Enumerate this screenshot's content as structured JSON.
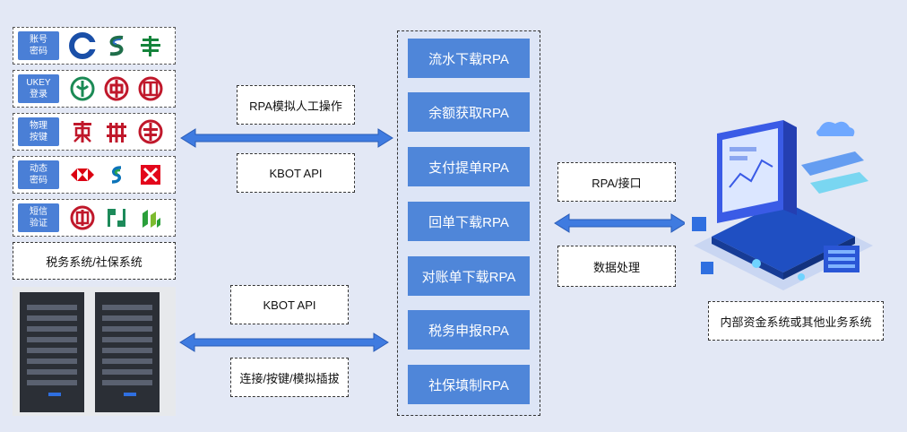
{
  "auth_methods": [
    {
      "label": "账号\n密码",
      "logos": [
        "ccb-logo",
        "cmbc-logo",
        "psbc-logo"
      ]
    },
    {
      "label": "UKEY\n登录",
      "logos": [
        "abc-logo",
        "boc-logo",
        "icbc-logo"
      ]
    },
    {
      "label": "物理\n按键",
      "logos": [
        "bocom-logo",
        "hxb-logo",
        "cmb-logo"
      ]
    },
    {
      "label": "动态\n密码",
      "logos": [
        "hsbc-logo",
        "sc-logo",
        "dbs-logo"
      ]
    },
    {
      "label": "短信\n验证",
      "logos": [
        "citic-logo",
        "bob-logo",
        "spdb-logo"
      ]
    }
  ],
  "tax_system_label": "税务系统/社保系统",
  "left_top_boxes": [
    "RPA模拟人工操作",
    "KBOT API"
  ],
  "left_bottom_boxes": [
    "KBOT API",
    "连接/按键/模拟插拔"
  ],
  "rpa_items": [
    "流水下载RPA",
    "余额获取RPA",
    "支付提单RPA",
    "回单下载RPA",
    "对账单下载RPA",
    "税务申报RPA",
    "社保填制RPA"
  ],
  "right_boxes": [
    "RPA/接口",
    "数据处理"
  ],
  "internal_system_label": "内部资金系统或其他业务系统",
  "colors": {
    "accent": "#4f86d9",
    "badge": "#4a7fd6",
    "background": "#e3e8f5",
    "arrow": "#3f7be0"
  }
}
